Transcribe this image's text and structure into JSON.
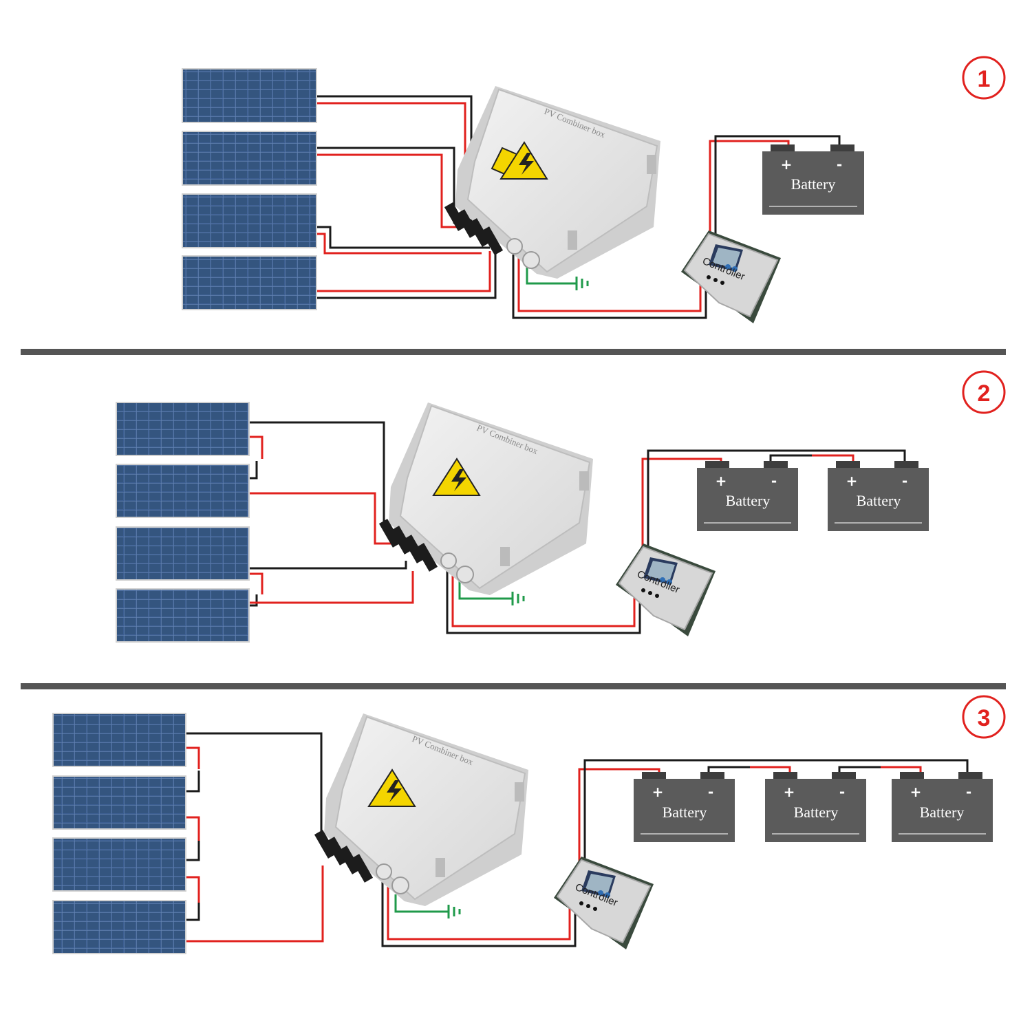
{
  "colors": {
    "positive_wire": "#e1211e",
    "negative_wire": "#1a1a1a",
    "ground_wire": "#1f9a4a",
    "panel": "#3a5d8e",
    "battery": "#5b5b5b",
    "enclosure": "#e7e7e7",
    "divider": "#555555",
    "number": "#e1211e"
  },
  "labels": {
    "combiner_box": "PV Combiner box",
    "controller": "Controller",
    "battery": "Battery",
    "battery_positive": "+",
    "battery_negative": "-"
  },
  "configurations": [
    {
      "number": "1",
      "panels": 4,
      "batteries": 1,
      "panel_connection": "parallel"
    },
    {
      "number": "2",
      "panels": 4,
      "batteries": 2,
      "panel_connection": "series-pairs"
    },
    {
      "number": "3",
      "panels": 4,
      "batteries": 3,
      "panel_connection": "series"
    }
  ],
  "icons": {
    "warning": "high-voltage-warning-icon",
    "ground": "ground-symbol-icon"
  }
}
